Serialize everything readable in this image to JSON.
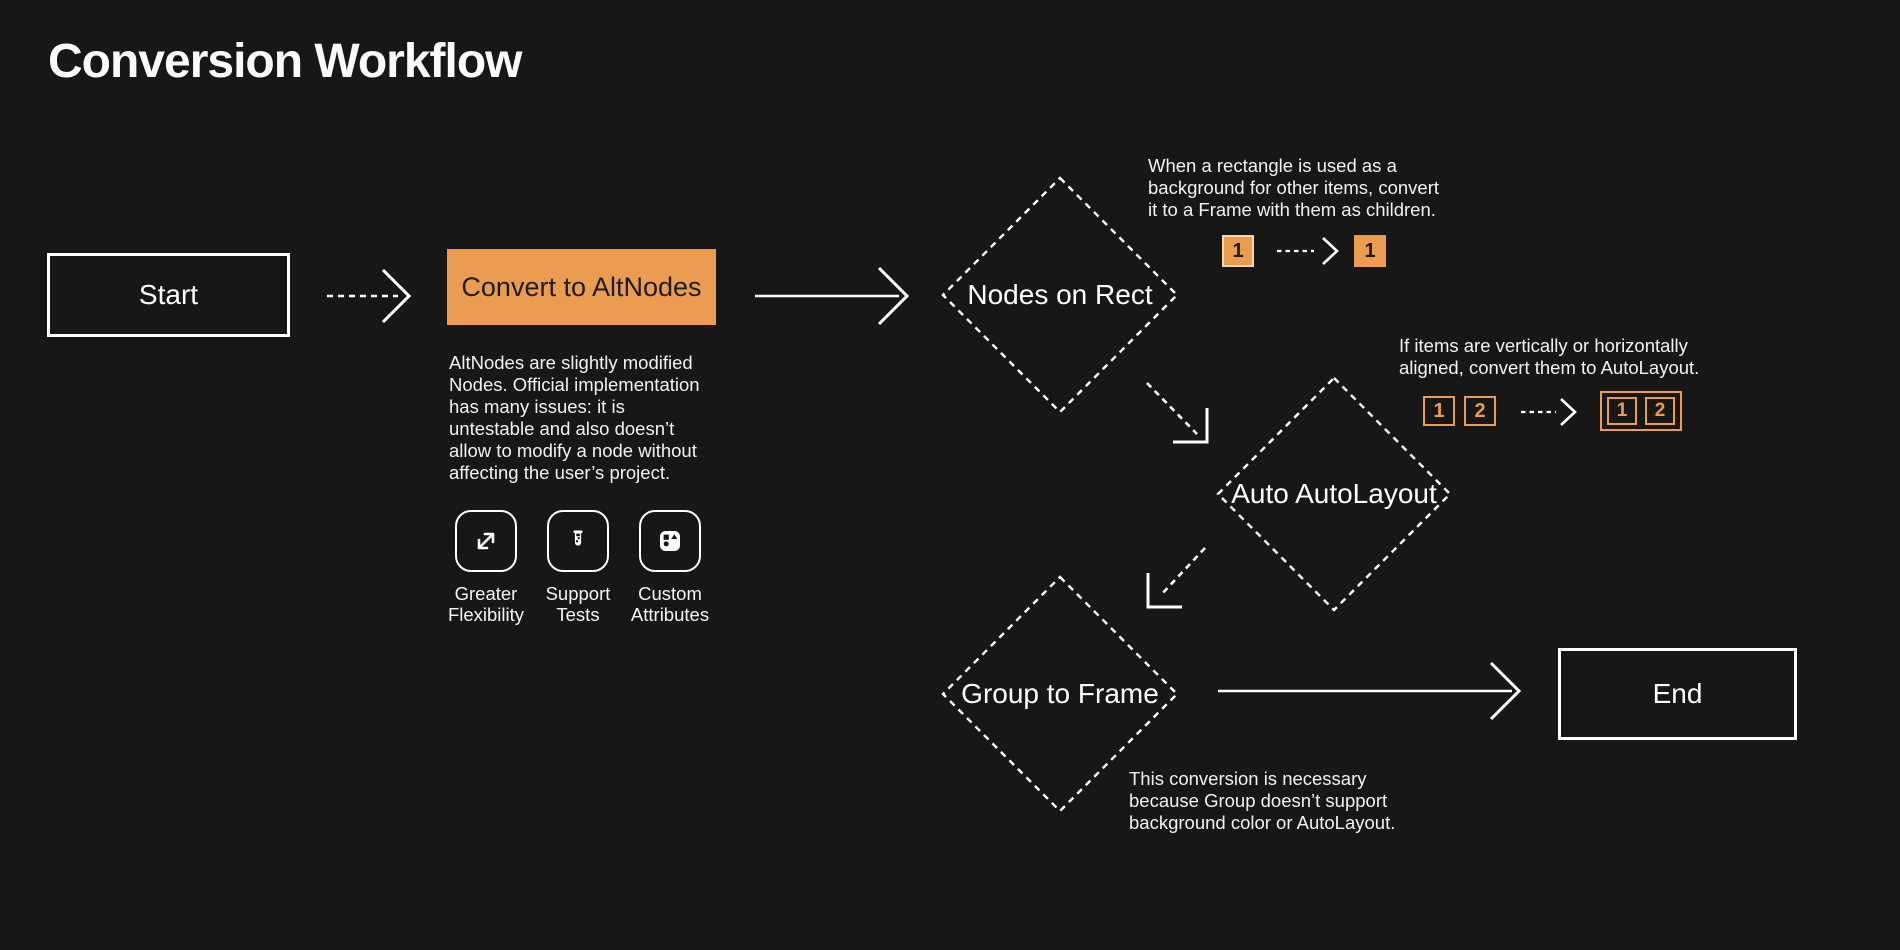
{
  "page": {
    "title": "Conversion Workflow",
    "background_color": "#171717",
    "accent_color": "#EC9C50"
  },
  "nodes": {
    "start": {
      "label": "Start"
    },
    "convert": {
      "label": "Convert to AltNodes",
      "description": "AltNodes are slightly modified\nNodes. Official implementation\nhas many issues: it is\nuntestable and also doesn’t\nallow to modify a node without\naffecting the user’s project."
    },
    "nodes_on_rect": {
      "label": "Nodes on Rect",
      "note": "When a rectangle is used as a\nbackground for other items, convert\nit to a Frame with them as children.",
      "badge_before": "1",
      "badge_after": "1"
    },
    "auto_autolayout": {
      "label": "Auto AutoLayout",
      "note": "If items are vertically or horizontally\naligned, convert them to AutoLayout.",
      "badges_before": [
        "1",
        "2"
      ],
      "badges_after": [
        "1",
        "2"
      ]
    },
    "group_to_frame": {
      "label": "Group to Frame",
      "note": "This conversion is necessary\nbecause Group doesn’t support\nbackground color or AutoLayout."
    },
    "end": {
      "label": "End"
    }
  },
  "features": [
    {
      "icon": "expand-icon",
      "label": "Greater\nFlexibility"
    },
    {
      "icon": "test-tube-icon",
      "label": "Support\nTests"
    },
    {
      "icon": "shapes-icon",
      "label": "Custom\nAttributes"
    }
  ]
}
